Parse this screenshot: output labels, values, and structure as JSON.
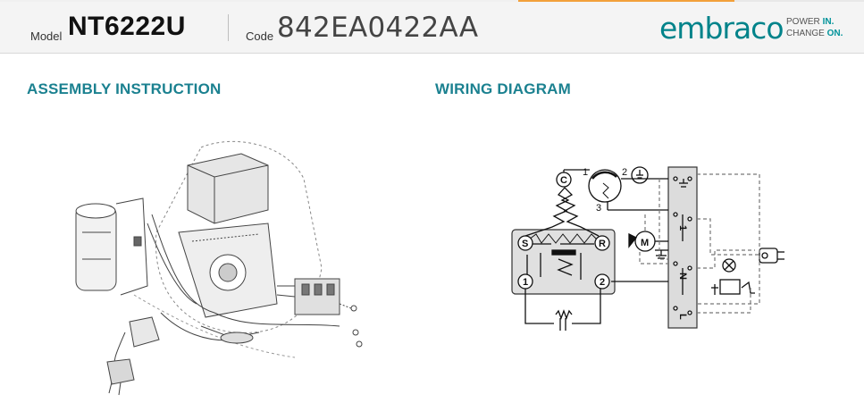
{
  "header": {
    "model_label": "Model",
    "model_value": "NT6222U",
    "code_label": "Code",
    "code_value": "842EA0422AA",
    "brand": "embraco",
    "tagline_power": "POWER ",
    "tagline_in": "IN.",
    "tagline_change": "CHANGE ",
    "tagline_on": "ON.",
    "accent_color": "#00838a",
    "title_color": "#1b8190"
  },
  "sections": {
    "assembly_title": "ASSEMBLY INSTRUCTION",
    "wiring_title": "WIRING DIAGRAM"
  },
  "wiring": {
    "terminal_c": "C",
    "terminal_s": "S",
    "terminal_r": "R",
    "terminal_1": "1",
    "terminal_2": "2",
    "thermostat_1": "1",
    "thermostat_2": "2",
    "thermostat_3": "3",
    "fan_motor": "M",
    "strip_1": "1",
    "strip_n": "N",
    "strip_l": "L"
  }
}
